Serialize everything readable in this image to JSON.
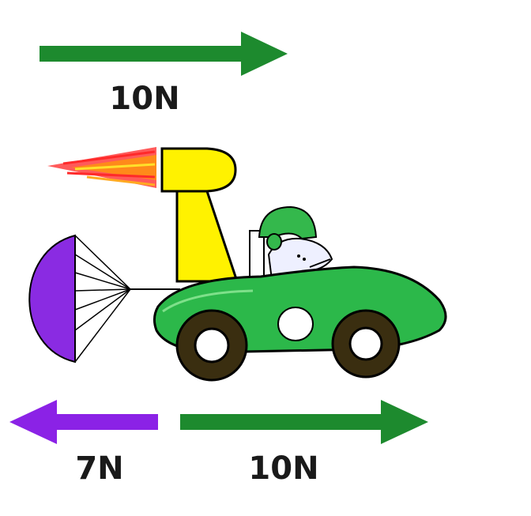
{
  "forces": {
    "top": {
      "label": "10N",
      "color": "#1d8a2e"
    },
    "drag": {
      "label": "7N",
      "color": "#8b22e6"
    },
    "thrust": {
      "label": "10N",
      "color": "#1d8a2e"
    }
  },
  "icons": {
    "car": "race-car-icon",
    "rocket": "rocket-engine-icon",
    "flame": "exhaust-flame-icon",
    "parachute": "parachute-icon",
    "driver": "driver-icon"
  },
  "colors": {
    "car_body": "#2cb84a",
    "rocket": "#fff200",
    "parachute": "#8a2be2",
    "helmet": "#34b84c"
  }
}
